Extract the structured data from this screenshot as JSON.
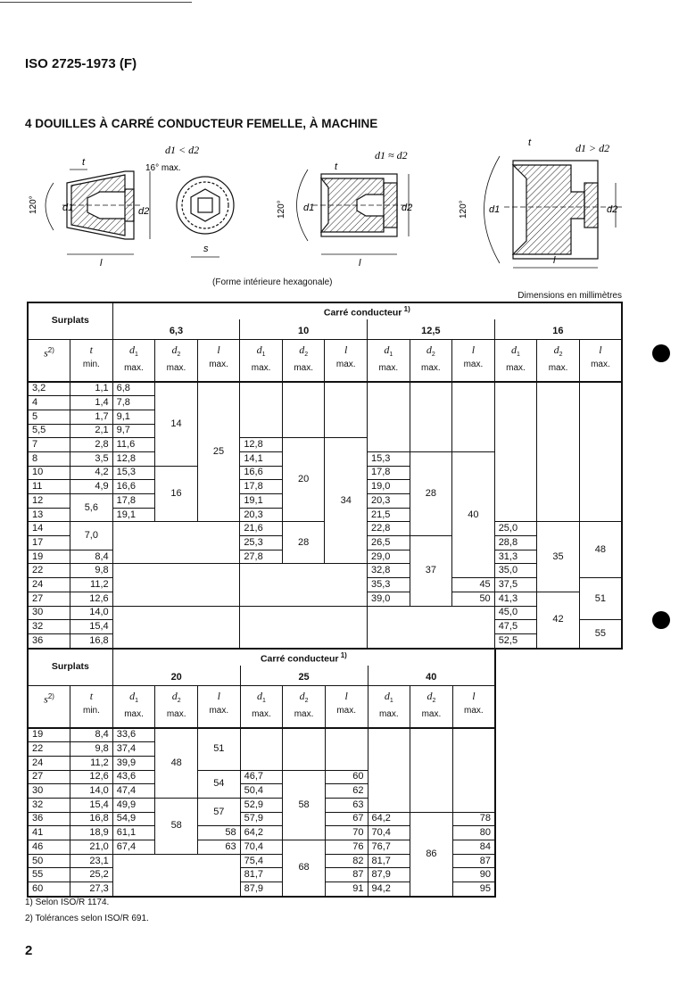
{
  "header": {
    "doc_title": "ISO 2725-1973 (F)",
    "section_title": "4  DOUILLES À CARRÉ CONDUCTEUR FEMELLE, À MACHINE"
  },
  "figures": {
    "fig1_condition": "d1 < d2",
    "fig2_condition": "d1 ≈ d2",
    "fig3_condition": "d1 > d2",
    "angle_label": "16° max.",
    "angle_120": "120°",
    "t": "t",
    "l": "l",
    "s": "s",
    "d1": "d1",
    "d2": "d2",
    "caption": "(Forme intérieure hexagonale)"
  },
  "units": "Dimensions en millimètres",
  "headers": {
    "surplats": "Surplats",
    "carre": "Carré conducteur",
    "carre_note": "1)",
    "s": "s",
    "s_note": "2)",
    "t": "t",
    "min": "min.",
    "max": "max.",
    "d1": "d",
    "d1_sub": "1",
    "d2": "d",
    "d2_sub": "2",
    "l": "l"
  },
  "table1": {
    "groups": [
      "6,3",
      "10",
      "12,5",
      "16"
    ],
    "rows": 19,
    "columns": [
      [
        [
          "3,2"
        ],
        [
          "4"
        ],
        [
          "5"
        ],
        [
          "5,5"
        ],
        [
          "7"
        ],
        [
          "8"
        ],
        [
          "10"
        ],
        [
          "11"
        ],
        [
          "12"
        ],
        [
          "13"
        ],
        [
          "14"
        ],
        [
          "17"
        ],
        [
          "19"
        ],
        [
          "22"
        ],
        [
          "24"
        ],
        [
          "27"
        ],
        [
          "30"
        ],
        [
          "32"
        ],
        [
          "36"
        ]
      ],
      [
        [
          "1,1"
        ],
        [
          "1,4"
        ],
        [
          "1,7"
        ],
        [
          "2,1"
        ],
        [
          "2,8"
        ],
        [
          "3,5"
        ],
        [
          "4,2"
        ],
        [
          "4,9"
        ],
        [
          "5,6",
          2
        ],
        [
          "7,0",
          2
        ],
        [
          "8,4"
        ],
        [
          "9,8"
        ],
        [
          "11,2"
        ],
        [
          "12,6"
        ],
        [
          "14,0"
        ],
        [
          "15,4"
        ],
        [
          "16,8"
        ]
      ],
      [
        [
          "6,8"
        ],
        [
          "7,8"
        ],
        [
          "9,1"
        ],
        [
          "9,7"
        ],
        [
          "11,6"
        ],
        [
          "12,8"
        ],
        [
          "15,3"
        ],
        [
          "16,6"
        ],
        [
          "17,8"
        ],
        [
          "19,1"
        ],
        [
          "",
          3,
          3
        ],
        [
          "",
          3,
          3
        ],
        [
          "",
          3,
          3
        ]
      ],
      [
        [
          "14",
          6
        ],
        [
          "16",
          4
        ],
        [
          null,
          9
        ]
      ],
      [
        [
          "25",
          10
        ],
        [
          null,
          9
        ]
      ],
      [
        [
          "",
          4
        ],
        [
          "12,8"
        ],
        [
          "14,1"
        ],
        [
          "16,6"
        ],
        [
          "17,8"
        ],
        [
          "19,1"
        ],
        [
          "20,3"
        ],
        [
          "21,6"
        ],
        [
          "25,3"
        ],
        [
          "27,8"
        ],
        [
          "",
          3,
          3
        ],
        [
          "",
          3,
          3
        ]
      ],
      [
        [
          "",
          4
        ],
        [
          "20",
          6
        ],
        [
          "28",
          3
        ],
        [
          null,
          6
        ]
      ],
      [
        [
          "",
          4
        ],
        [
          "34",
          9
        ],
        [
          null,
          6
        ]
      ],
      [
        [
          "",
          5
        ],
        [
          "15,3"
        ],
        [
          "17,8"
        ],
        [
          "19,0"
        ],
        [
          "20,3"
        ],
        [
          "21,5"
        ],
        [
          "22,8"
        ],
        [
          "26,5"
        ],
        [
          "29,0"
        ],
        [
          "32,8"
        ],
        [
          "35,3"
        ],
        [
          "39,0"
        ],
        [
          "",
          3,
          3
        ]
      ],
      [
        [
          "",
          5
        ],
        [
          "28",
          6
        ],
        [
          "37",
          5
        ],
        [
          null,
          3
        ]
      ],
      [
        [
          "",
          5
        ],
        [
          "40",
          9
        ],
        [
          "45"
        ],
        [
          "50"
        ],
        [
          null,
          3
        ]
      ],
      [
        [
          "",
          10
        ],
        [
          "25,0"
        ],
        [
          "28,8"
        ],
        [
          "31,3"
        ],
        [
          "35,0"
        ],
        [
          "37,5"
        ],
        [
          "41,3"
        ],
        [
          "45,0"
        ],
        [
          "47,5"
        ],
        [
          "52,5"
        ]
      ],
      [
        [
          "",
          10
        ],
        [
          "35",
          5
        ],
        [
          "42",
          4
        ]
      ],
      [
        [
          "",
          10
        ],
        [
          "48",
          4
        ],
        [
          "51",
          3
        ],
        [
          "55",
          2
        ]
      ]
    ]
  },
  "table2": {
    "groups": [
      "20",
      "25",
      "40"
    ],
    "rows": 12,
    "columns": [
      [
        [
          "19"
        ],
        [
          "22"
        ],
        [
          "24"
        ],
        [
          "27"
        ],
        [
          "30"
        ],
        [
          "32"
        ],
        [
          "36"
        ],
        [
          "41"
        ],
        [
          "46"
        ],
        [
          "50"
        ],
        [
          "55"
        ],
        [
          "60"
        ]
      ],
      [
        [
          "8,4"
        ],
        [
          "9,8"
        ],
        [
          "11,2"
        ],
        [
          "12,6"
        ],
        [
          "14,0"
        ],
        [
          "15,4"
        ],
        [
          "16,8"
        ],
        [
          "18,9"
        ],
        [
          "21,0"
        ],
        [
          "23,1"
        ],
        [
          "25,2"
        ],
        [
          "27,3"
        ]
      ],
      [
        [
          "33,6"
        ],
        [
          "37,4"
        ],
        [
          "39,9"
        ],
        [
          "43,6"
        ],
        [
          "47,4"
        ],
        [
          "49,9"
        ],
        [
          "54,9"
        ],
        [
          "61,1"
        ],
        [
          "67,4"
        ],
        [
          "",
          3,
          3
        ]
      ],
      [
        [
          "48",
          5
        ],
        [
          "58",
          4
        ],
        [
          null,
          3
        ]
      ],
      [
        [
          "51",
          3
        ],
        [
          "54",
          2
        ],
        [
          "57",
          2
        ],
        [
          "58"
        ],
        [
          "63"
        ],
        [
          null,
          3
        ]
      ],
      [
        [
          "",
          3
        ],
        [
          "46,7"
        ],
        [
          "50,4"
        ],
        [
          "52,9"
        ],
        [
          "57,9"
        ],
        [
          "64,2"
        ],
        [
          "70,4"
        ],
        [
          "75,4"
        ],
        [
          "81,7"
        ],
        [
          "87,9"
        ]
      ],
      [
        [
          "",
          3
        ],
        [
          "58",
          5
        ],
        [
          "68",
          4
        ]
      ],
      [
        [
          "",
          3
        ],
        [
          "60"
        ],
        [
          "62"
        ],
        [
          "63"
        ],
        [
          "67"
        ],
        [
          "70"
        ],
        [
          "76"
        ],
        [
          "82"
        ],
        [
          "87"
        ],
        [
          "91"
        ]
      ],
      [
        [
          "",
          6
        ],
        [
          "64,2"
        ],
        [
          "70,4"
        ],
        [
          "76,7"
        ],
        [
          "81,7"
        ],
        [
          "87,9"
        ],
        [
          "94,2"
        ]
      ],
      [
        [
          "",
          6
        ],
        [
          "86",
          6
        ]
      ],
      [
        [
          "",
          6
        ],
        [
          "78"
        ],
        [
          "80"
        ],
        [
          "84"
        ],
        [
          "87"
        ],
        [
          "90"
        ],
        [
          "95"
        ]
      ]
    ]
  },
  "footnotes": [
    "1)  Selon ISO/R 1174.",
    "2)  Tolérances selon ISO/R 691."
  ],
  "page_number": "2"
}
